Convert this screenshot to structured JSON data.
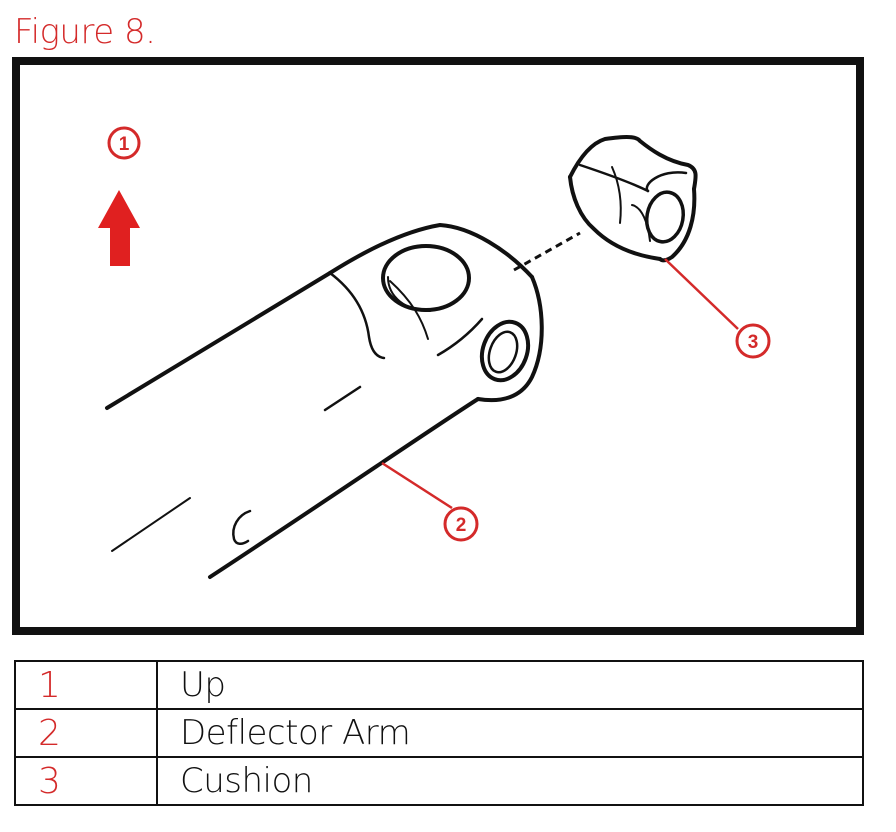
{
  "figure": {
    "title": "Figure 8.",
    "accent_color": "#d42a2a",
    "line_color": "#111111"
  },
  "diagram": {
    "callouts": [
      {
        "number": "1"
      },
      {
        "number": "2"
      },
      {
        "number": "3"
      }
    ],
    "up_arrow_icon": "up-arrow-icon"
  },
  "legend": {
    "rows": [
      {
        "number": "1",
        "label": "Up"
      },
      {
        "number": "2",
        "label": "Deflector Arm"
      },
      {
        "number": "3",
        "label": "Cushion"
      }
    ]
  }
}
